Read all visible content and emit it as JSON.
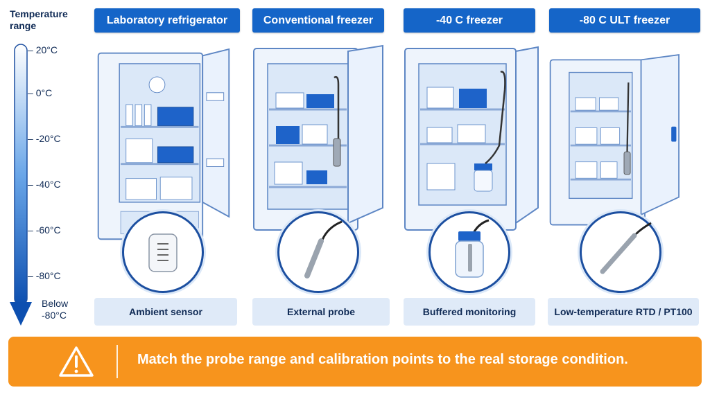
{
  "scale": {
    "title_line1": "Temperature",
    "title_line2": "range",
    "ticks": [
      "20°C",
      "0°C",
      "-20°C",
      "-40°C",
      "-60°C",
      "-80°C"
    ],
    "below_line1": "Below",
    "below_line2": "-80°C"
  },
  "columns": [
    {
      "title": "Laboratory refrigerator",
      "footer": "Ambient sensor"
    },
    {
      "title": "Conventional freezer",
      "footer": "External probe"
    },
    {
      "title": "-40 C freezer",
      "footer": "Buffered monitoring"
    },
    {
      "title": "-80 C ULT freezer",
      "footer": "Low-temperature RTD / PT100"
    }
  ],
  "banner": {
    "text": "Match the probe range and calibration points to the real storage condition."
  },
  "colors": {
    "header_blue": "#1565c8",
    "banner_orange": "#f7941d",
    "footer_bg": "#dfeaf8"
  }
}
